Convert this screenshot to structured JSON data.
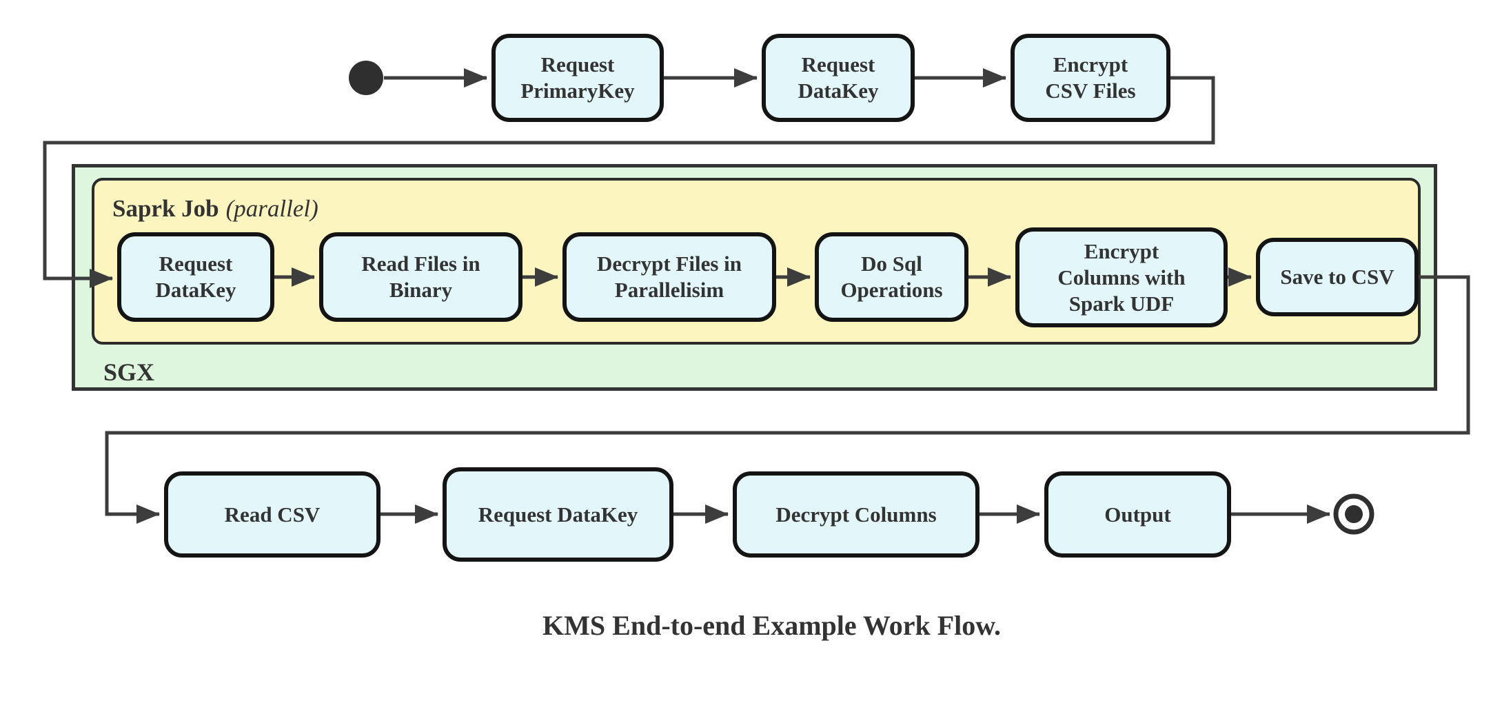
{
  "colors": {
    "node_fill": "#e3f7fb",
    "node_border": "#141414",
    "sgx_fill": "#ddf6dd",
    "sgx_border": "#333333",
    "spark_fill": "#fcf5c0",
    "spark_border": "#2b2b2b",
    "arrow": "#3d3d3d",
    "text": "#333333"
  },
  "caption": "KMS End-to-end Example Work Flow.",
  "top_row": {
    "nodes": [
      {
        "label": "Request\nPrimaryKey"
      },
      {
        "label": "Request\nDataKey"
      },
      {
        "label": "Encrypt\nCSV Files"
      }
    ]
  },
  "sgx_container": {
    "label": "SGX",
    "spark_job": {
      "title": "Saprk Job",
      "title_note": "(parallel)",
      "nodes": [
        {
          "label": "Request\nDataKey"
        },
        {
          "label": "Read Files in\nBinary"
        },
        {
          "label": "Decrypt Files in\nParallelisim"
        },
        {
          "label": "Do Sql\nOperations"
        },
        {
          "label": "Encrypt\nColumns with\nSpark UDF"
        },
        {
          "label": "Save to CSV"
        }
      ]
    }
  },
  "bottom_row": {
    "nodes": [
      {
        "label": "Read CSV"
      },
      {
        "label": "Request DataKey"
      },
      {
        "label": "Decrypt Columns"
      },
      {
        "label": "Output"
      }
    ]
  }
}
